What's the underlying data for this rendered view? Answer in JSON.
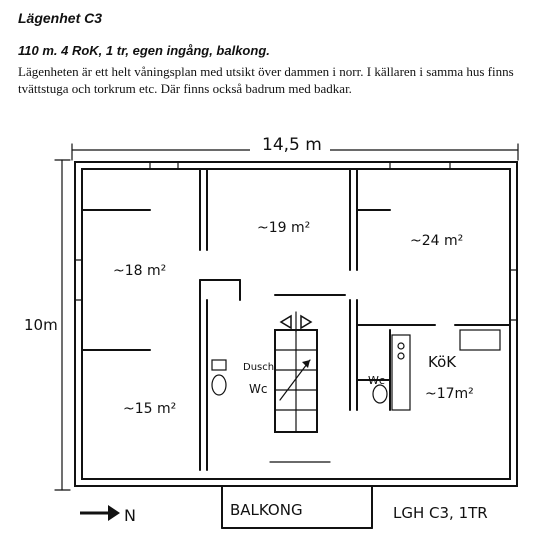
{
  "header": {
    "title": "Lägenhet C3",
    "subtitle": "110 m. 4 RoK, 1 tr, egen ingång, balkong.",
    "description": "Lägenheten är ett helt våningsplan med utsikt över dammen i norr. I källaren i samma hus finns tvättstuga och torkrum etc. Där finns också badrum med badkar."
  },
  "plan": {
    "width_label": "14,5 m",
    "height_label": "10m",
    "rooms": {
      "top_center": "~19 m²",
      "top_right": "~24 m²",
      "mid_left": "~18 m²",
      "bottom_left": "~15 m²",
      "kitchen_name": "KöK",
      "kitchen_area": "~17m²"
    },
    "fixtures": {
      "dusch": "Dusch",
      "wc_left": "Wc",
      "wc_right": "Wc"
    },
    "balcony_label": "BALKONG",
    "unit_label": "LGH C3, 1TR",
    "compass_label": "N"
  }
}
